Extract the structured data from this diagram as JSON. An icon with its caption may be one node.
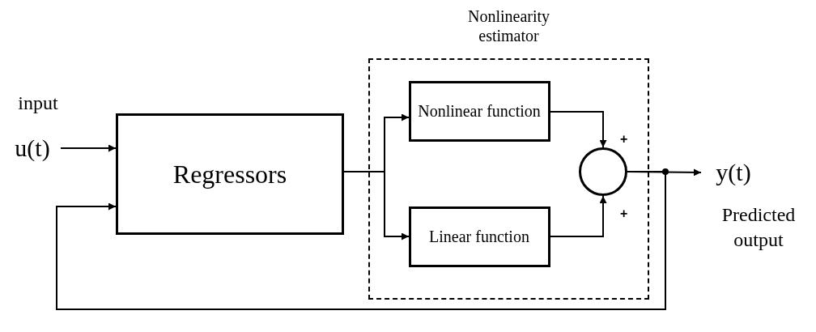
{
  "diagram": {
    "nodes": [
      {
        "text": [
          "u(t)"
        ],
        "beside": [
          "input"
        ]
      },
      {
        "text": [
          "Regressors"
        ]
      },
      {
        "text": [
          "Nonlinearity estimator"
        ]
      },
      {
        "text": [
          "Nonlinear function"
        ],
        "in": 2
      },
      {
        "text": [
          "Linear function"
        ],
        "in": 2
      },
      {
        "text": [],
        "shape": "circle",
        "in": 2
      },
      {
        "text": [
          "y(t)"
        ],
        "beside": [
          "Predicted output"
        ]
      }
    ],
    "edges": [
      {
        "from": 0,
        "to": 1,
        "arrow": "to"
      },
      {
        "from": 1,
        "to": 3,
        "arrow": "to"
      },
      {
        "from": 1,
        "to": 4,
        "arrow": "to"
      },
      {
        "from": 3,
        "to": 5,
        "arrow": "to",
        "label": "+"
      },
      {
        "from": 4,
        "to": 5,
        "arrow": "to",
        "label": "+"
      },
      {
        "from": 5,
        "to": 6,
        "arrow": "to"
      },
      {
        "from": 5,
        "to": 1,
        "arrow": "to"
      }
    ]
  }
}
